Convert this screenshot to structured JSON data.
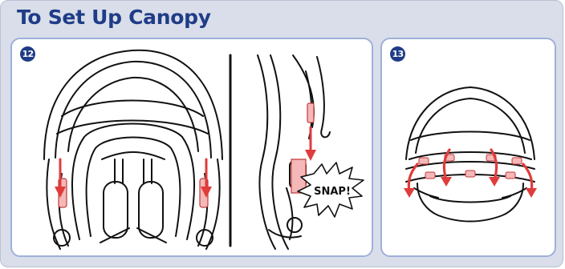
{
  "section": {
    "title": "To Set Up Canopy"
  },
  "steps": [
    {
      "number": "12"
    },
    {
      "number": "13"
    }
  ],
  "callout": {
    "text": "SNAP!"
  },
  "colors": {
    "heading": "#1f3c87",
    "frame": "#d9deea",
    "panel_border": "#9fb0d8",
    "arrow": "#e03c3c",
    "highlight": "#f5b8b8"
  }
}
